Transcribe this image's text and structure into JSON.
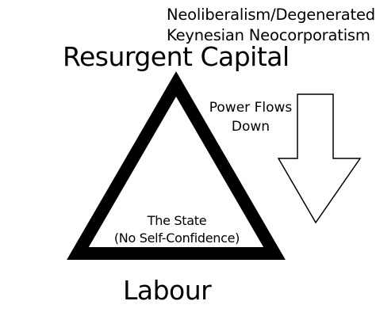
{
  "regime": {
    "line1": "Neoliberalism/Degenerated",
    "line2": "Keynesian Neocorporatism"
  },
  "triangle": {
    "top_label": "Resurgent Capital",
    "bottom_label": "Labour",
    "center_line1": "The State",
    "center_line2": "(No Self-Confidence)"
  },
  "flow": {
    "line1": "Power Flows",
    "line2": "Down"
  },
  "colors": {
    "stroke": "#000000",
    "background": "#ffffff"
  }
}
